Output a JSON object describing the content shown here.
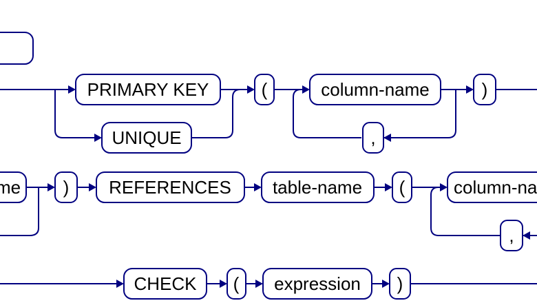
{
  "diagram": {
    "line_color": "#000080",
    "box_border_color": "#000080",
    "text_color": "#000000",
    "background": "#ffffff",
    "row1": {
      "primary_key": "PRIMARY KEY",
      "unique": "UNIQUE",
      "open_paren": "(",
      "column_name": "column-name",
      "comma": ",",
      "close_paren": ")"
    },
    "row2": {
      "column_name_fragment": "me",
      "close_paren": ")",
      "references": "REFERENCES",
      "table_name": "table-name",
      "open_paren": "(",
      "column_name_cut": "column-na",
      "comma": ","
    },
    "row3": {
      "check": "CHECK",
      "open_paren": "(",
      "expression": "expression",
      "close_paren": ")"
    }
  }
}
